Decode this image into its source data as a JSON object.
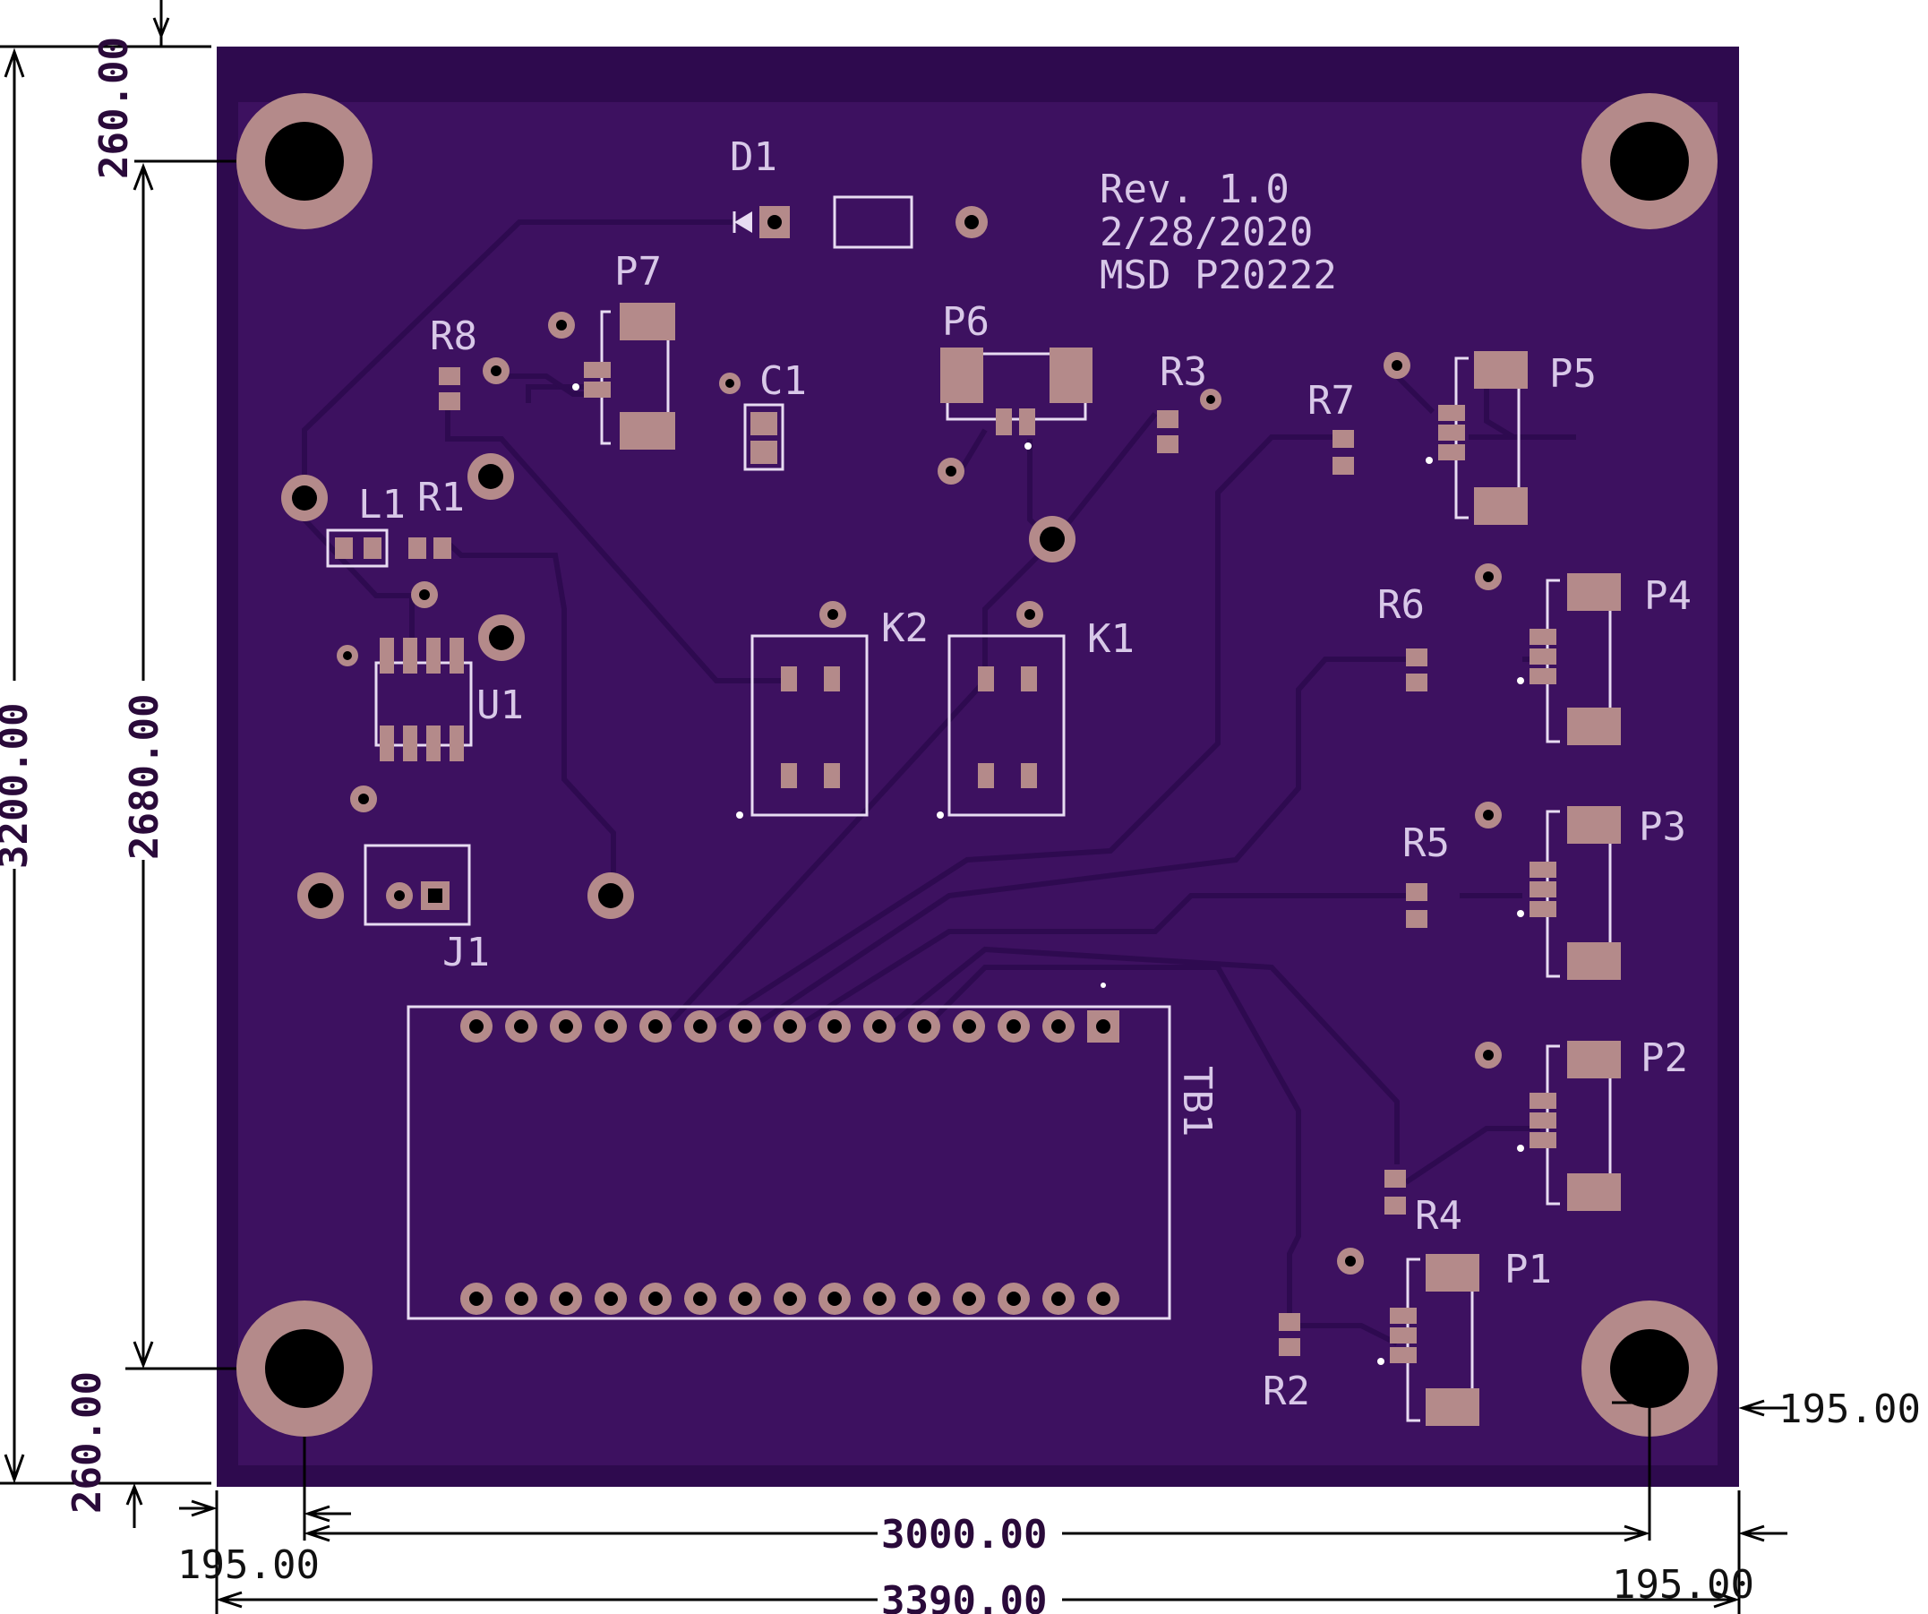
{
  "board": {
    "colors": {
      "board_edge": "#2e0a4e",
      "board_fill": "#3d1160",
      "pad": "#b48a8a",
      "silk": "#d8c8e8",
      "trace": "#2e0a50"
    }
  },
  "revision": {
    "line1": "Rev. 1.0",
    "line2": "2/28/2020",
    "line3": "MSD P20222"
  },
  "labels": {
    "D1": "D1",
    "P7": "P7",
    "R8": "R8",
    "C1": "C1",
    "P6": "P6",
    "R3": "R3",
    "R7": "R7",
    "P5": "P5",
    "L1": "L1",
    "R1": "R1",
    "K2": "K2",
    "K1": "K1",
    "R6": "R6",
    "P4": "P4",
    "U1": "U1",
    "R5": "R5",
    "P3": "P3",
    "J1": "J1",
    "TB1": "TB1",
    "P2": "P2",
    "R4": "R4",
    "P1": "P1",
    "R2": "R2"
  },
  "dimensions": {
    "left_top": "260.00",
    "left_total": "3200.00",
    "left_inner": "2680.00",
    "left_bottom": "260.00",
    "bottom_inner": "3000.00",
    "bottom_total": "3390.00",
    "bottom_left": "195.00",
    "bottom_right": "195.00",
    "right_offset": "195.00"
  }
}
